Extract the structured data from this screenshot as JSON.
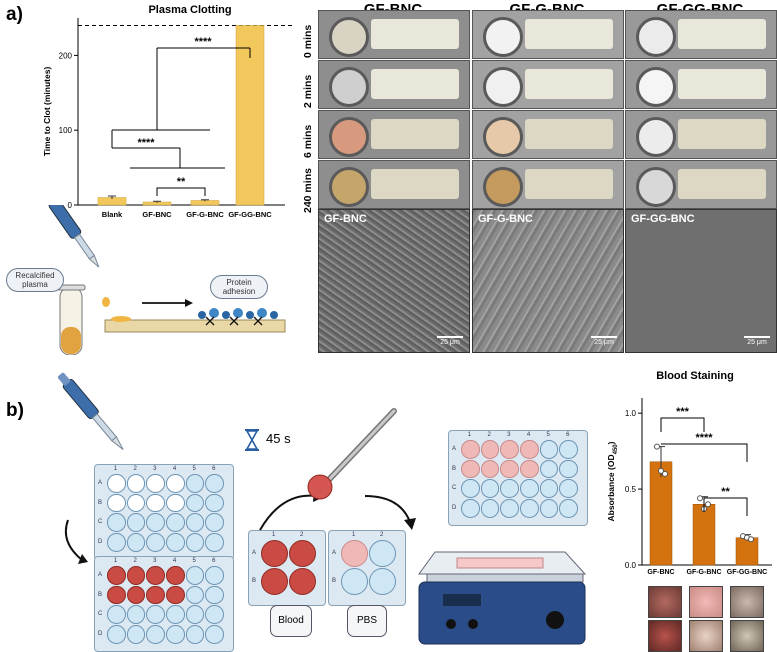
{
  "panel_a": {
    "letter": "a)",
    "plasma_chart": {
      "chart_data": {
        "type": "bar",
        "title": "Plasma Clotting",
        "categories": [
          "Blank",
          "GF-BNC",
          "GF-G-BNC",
          "GF-GG-BNC"
        ],
        "values": [
          10,
          4,
          6,
          240
        ],
        "errors": [
          2,
          1,
          1,
          0
        ],
        "ylabel": "Time to Clot (minutes)",
        "xlabel": "",
        "ylim": [
          0,
          250
        ],
        "yticks": [
          "0",
          "100",
          "200"
        ],
        "bar_color": "#f2c75c",
        "dashed_line": 240,
        "significance": [
          "****",
          "****",
          "**"
        ]
      }
    },
    "bubble_plasma": "Recalcified plasma",
    "bubble_protein": "Protein adhesion",
    "photo_headers": [
      "GF-BNC",
      "GF-G-BNC",
      "GF-GG-BNC"
    ],
    "row_labels": [
      "0 mins",
      "2 mins",
      "6 mins",
      "240 mins"
    ],
    "sem_labels": [
      "GF-BNC",
      "GF-G-BNC",
      "GF-GG-BNC"
    ],
    "scale_text": "25 μm"
  },
  "panel_b": {
    "letter": "b)",
    "timer_text": "45 s",
    "blood_label": "Blood",
    "pbs_label": "PBS",
    "plate_rows": [
      "A",
      "B",
      "C",
      "D"
    ],
    "plate_cols": [
      "1",
      "2",
      "3",
      "4",
      "5",
      "6"
    ],
    "mini_cols": [
      "1",
      "2"
    ],
    "mini_rows": [
      "A",
      "B"
    ],
    "staining_chart": {
      "chart_data": {
        "type": "bar",
        "title": "Blood Staining",
        "categories": [
          "GF-BNC",
          "GF-G-BNC",
          "GF-GG-BNC"
        ],
        "values": [
          0.68,
          0.4,
          0.18
        ],
        "errors": [
          0.1,
          0.05,
          0.02
        ],
        "ylabel": "Absorbance (OD",
        "ylabel_sub": "450",
        "ylabel_end": ")",
        "xlabel": "",
        "ylim": [
          0,
          1.1
        ],
        "yticks": [
          "0.0",
          "0.5",
          "1.0"
        ],
        "bar_color": "#d4720f",
        "significance": [
          "***",
          "****",
          "**"
        ]
      }
    }
  }
}
